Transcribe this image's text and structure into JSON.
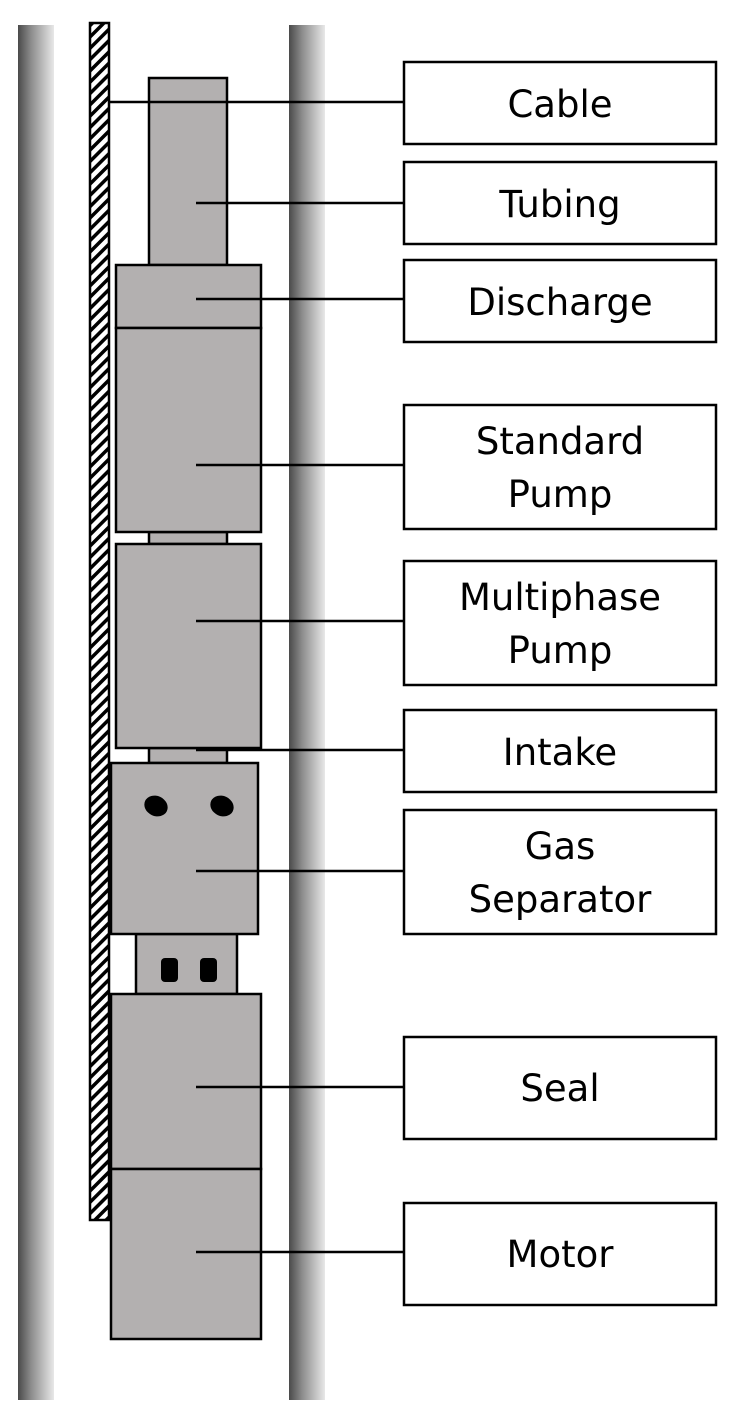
{
  "colors": {
    "component_fill": "#b3b0b0",
    "outline": "#000000",
    "casing_dark": "#555555",
    "casing_light": "#e0e0e0"
  },
  "labels": {
    "cable": [
      "Cable"
    ],
    "tubing": [
      "Tubing"
    ],
    "discharge": [
      "Discharge"
    ],
    "standard_pump": [
      "Standard",
      "Pump"
    ],
    "multiphase_pump": [
      "Multiphase",
      "Pump"
    ],
    "intake": [
      "Intake"
    ],
    "gas_separator": [
      "Gas",
      "Separator"
    ],
    "seal": [
      "Seal"
    ],
    "motor": [
      "Motor"
    ]
  }
}
